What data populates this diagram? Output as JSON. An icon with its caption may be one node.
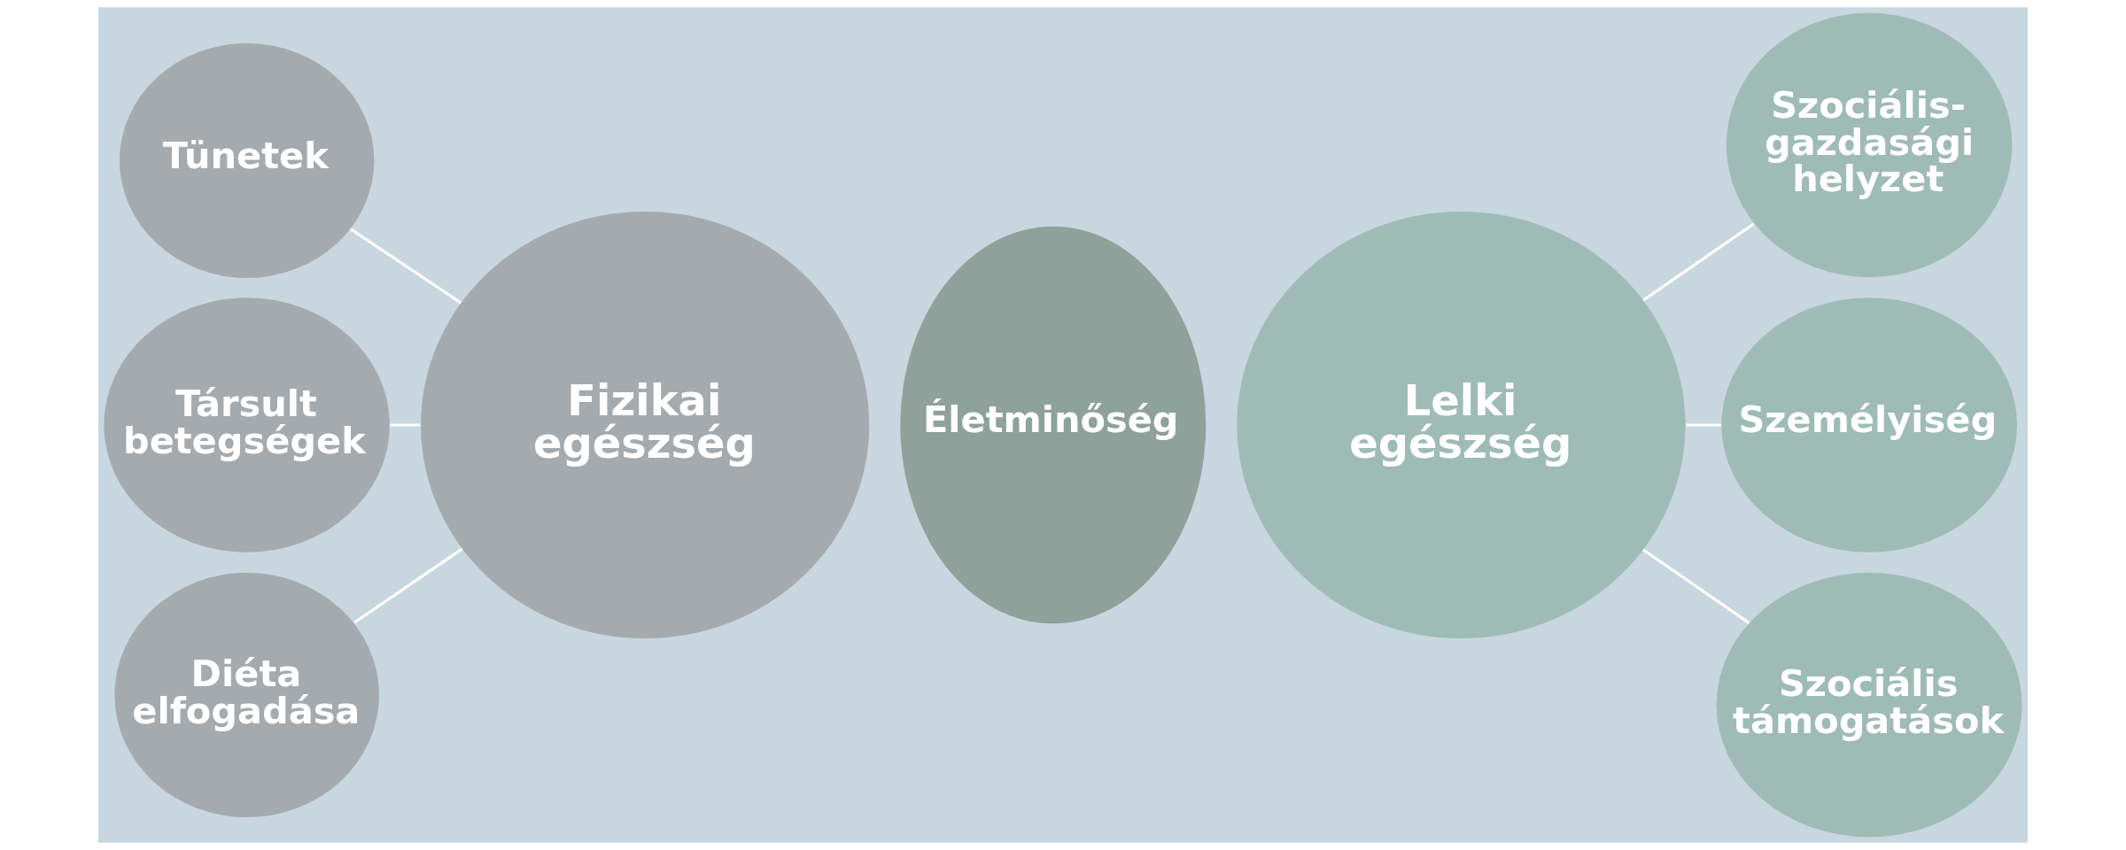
{
  "diagram": {
    "nodes": [
      {
        "text": [
          "Tünetek"
        ]
      },
      {
        "text": [
          "Társult betegségek"
        ]
      },
      {
        "text": [
          "Diéta elfogadása"
        ]
      },
      {
        "text": [
          "Fizikai egészség"
        ]
      },
      {
        "text": [
          "Életminőség"
        ]
      },
      {
        "text": [
          "Lelki egészség"
        ]
      },
      {
        "text": [
          "Szociális-gazdasági helyzet"
        ]
      },
      {
        "text": [
          "Személyiség"
        ]
      },
      {
        "text": [
          "Szociális támogatások"
        ]
      }
    ],
    "edges": [
      {
        "from": 0,
        "to": 3,
        "arrow": "none"
      },
      {
        "from": 1,
        "to": 3,
        "arrow": "none"
      },
      {
        "from": 2,
        "to": 3,
        "arrow": "none"
      },
      {
        "from": 5,
        "to": 6,
        "arrow": "none"
      },
      {
        "from": 5,
        "to": 7,
        "arrow": "none"
      },
      {
        "from": 5,
        "to": 8,
        "arrow": "none"
      }
    ]
  }
}
